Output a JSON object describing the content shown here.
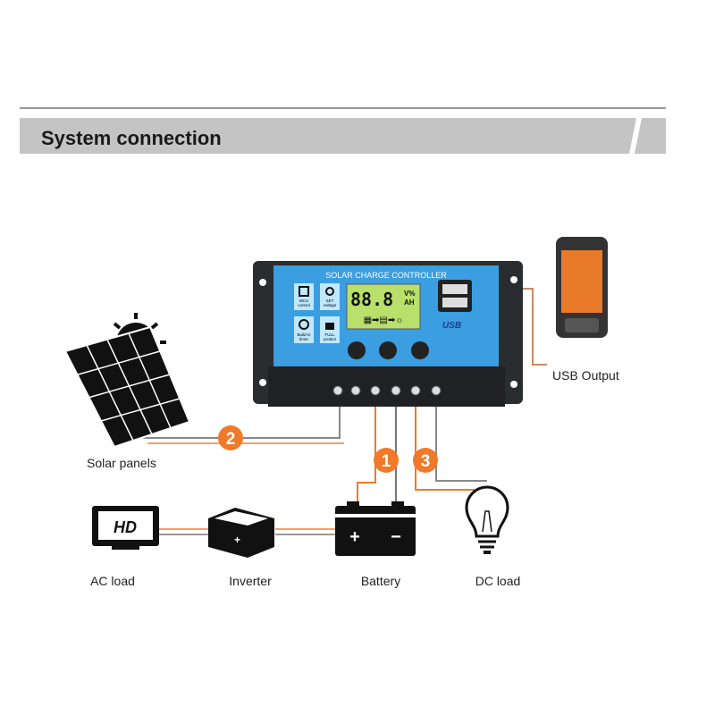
{
  "header": {
    "title": "System connection"
  },
  "controller": {
    "title": "SOLAR CHARGE CONTROLLER",
    "lcd_digits": "88.8",
    "lcd_units_top": "V%",
    "lcd_units_bottom": "AH",
    "usb_label": "USB",
    "icons": [
      {
        "label1": "MCU",
        "label2": "control"
      },
      {
        "label1": "SET",
        "label2": "voltage"
      },
      {
        "label1": "Build-in",
        "label2": "timer"
      },
      {
        "label1": "FULL",
        "label2": "protect"
      }
    ]
  },
  "labels": {
    "usb_output": "USB Output",
    "solar_panels": "Solar panels",
    "ac_load": "AC load",
    "inverter": "Inverter",
    "battery": "Battery",
    "dc_load": "DC load",
    "hd": "HD"
  },
  "steps": [
    "1",
    "2",
    "3"
  ],
  "colors": {
    "accent": "#f07a2a",
    "panel_blue": "#3a9ee0",
    "banner": "#c4c4c4"
  }
}
